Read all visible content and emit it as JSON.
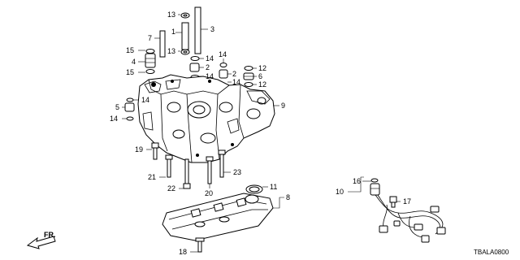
{
  "diagram": {
    "part_numbers": {
      "p1": "1",
      "p2a": "2",
      "p2b": "2",
      "p3": "3",
      "p4": "4",
      "p5": "5",
      "p6": "6",
      "p7": "7",
      "p8": "8",
      "p9": "9",
      "p10": "10",
      "p11": "11",
      "p12a": "12",
      "p12b": "12",
      "p13a": "13",
      "p13b": "13",
      "p14a": "14",
      "p14b": "14",
      "p14c": "14",
      "p14d": "14",
      "p14e": "14",
      "p14f": "14",
      "p15a": "15",
      "p15b": "15",
      "p16": "16",
      "p17": "17",
      "p18": "18",
      "p19": "19",
      "p20": "20",
      "p21": "21",
      "p22": "22",
      "p23": "23"
    },
    "front_label": "FR.",
    "diagram_code": "TBALA0800"
  }
}
